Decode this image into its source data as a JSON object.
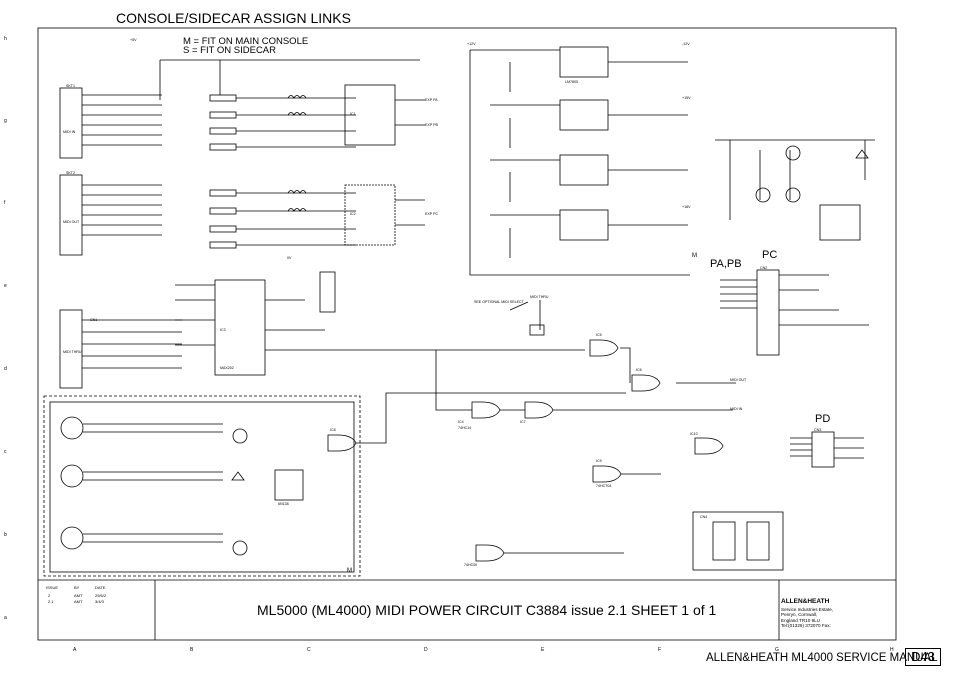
{
  "header": {
    "title": "CONSOLE/SIDECAR ASSIGN LINKS",
    "legend": [
      "M = FIT ON MAIN CONSOLE",
      "S = FIT ON SIDECAR"
    ]
  },
  "title_block": {
    "main_title": "ML5000 (ML4000) MIDI POWER CIRCUIT  C3884 issue 2.1  SHEET 1 of 1",
    "brand": "ALLEN&HEATH",
    "address": [
      "Service Industries Estate,",
      "Penryn, Cornwall,",
      "England TR10 9LU",
      "Tel:(01326) 372070 Fax:"
    ],
    "revision_headers": [
      "ISSUE",
      "BY",
      "DATE"
    ],
    "revisions": [
      [
        "2",
        "AMT",
        "29/5/2"
      ],
      [
        "2.1",
        "AMT",
        "3/4/3"
      ]
    ]
  },
  "footer": {
    "manual": "ALLEN&HEATH  ML4000 SERVICE MANUAL",
    "page": "D43"
  },
  "section_labels": {
    "pa_pb": "PA,PB",
    "pc": "PC",
    "pd": "PD"
  },
  "grid": {
    "columns": [
      "A",
      "B",
      "C",
      "D",
      "E",
      "F",
      "G",
      "H"
    ],
    "rows": [
      "h",
      "g",
      "f",
      "e",
      "d",
      "c",
      "b",
      "a"
    ]
  },
  "schematic_labels": {
    "midi_connectors": [
      "MIDI IN",
      "MIDI OUT",
      "MIDI THRU"
    ],
    "ics": [
      "IC1",
      "IC2",
      "IC3",
      "IC4",
      "IC5",
      "IC6",
      "IC7",
      "IC8",
      "IC9",
      "IC10"
    ],
    "ic_parts": [
      "74HC14",
      "74HCT04",
      "6N138",
      "74HC00",
      "MAX202",
      "LM7805"
    ],
    "connectors": [
      "SKT1",
      "SKT2",
      "CN1",
      "CN2",
      "CN3",
      "CN4"
    ],
    "block_m": "M",
    "midi_thru_label": "MIDI THRU",
    "cable_note": "SEE OPTIONAL MIDI SELECT",
    "power": [
      "+5V",
      "+12V",
      "-12V",
      "0V",
      "+15V",
      "+18V"
    ],
    "outputs": [
      "MIDI OUT",
      "MIDI IN",
      "EXP PA",
      "EXP PB",
      "EXP PC"
    ]
  }
}
